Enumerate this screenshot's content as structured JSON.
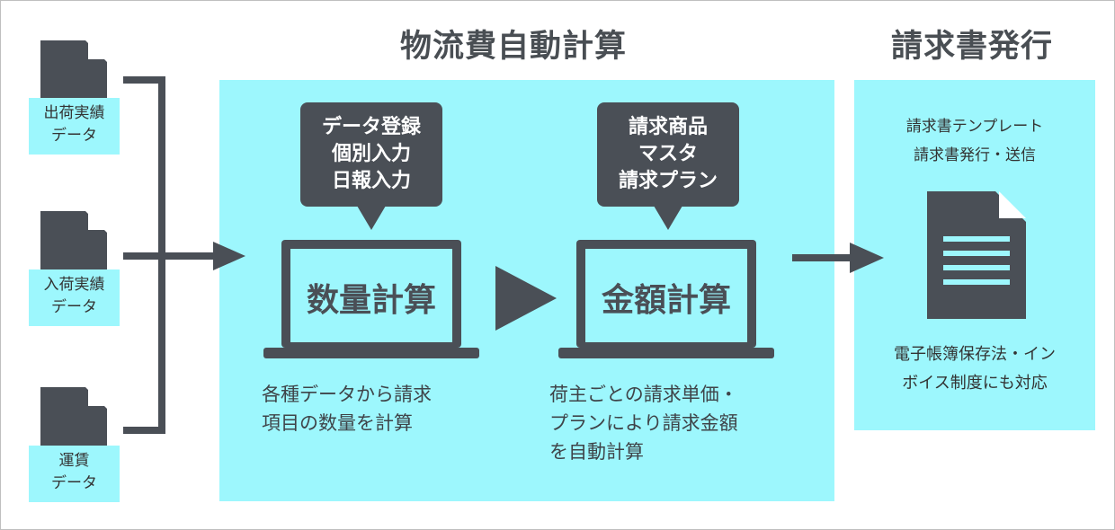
{
  "headings": {
    "logistics_calc": "物流費自動計算",
    "invoice_issue": "請求書発行"
  },
  "inputs": [
    {
      "line1": "出荷実績",
      "line2": "データ"
    },
    {
      "line1": "入荷実績",
      "line2": "データ"
    },
    {
      "line1": "運賃",
      "line2": "データ"
    }
  ],
  "quantity": {
    "bubble_lines": [
      "データ登録",
      "個別入力",
      "日報入力"
    ],
    "screen_label": "数量計算",
    "desc_lines": [
      "各種データから請求",
      "項目の数量を計算"
    ]
  },
  "amount": {
    "bubble_lines": [
      "請求商品",
      "マスタ",
      "請求プラン"
    ],
    "screen_label": "金額計算",
    "desc_lines": [
      "荷主ごとの請求単価・",
      "プランにより請求金額",
      "を自動計算"
    ]
  },
  "invoice": {
    "top_lines": [
      "請求書テンプレート",
      "請求書発行・送信"
    ],
    "bottom_lines": [
      "電子帳簿保存法・イン",
      "ボイス制度にも対応"
    ]
  },
  "colors": {
    "panel": "#9df7fd",
    "dark": "#4a4f56",
    "text": "#3f4449"
  }
}
